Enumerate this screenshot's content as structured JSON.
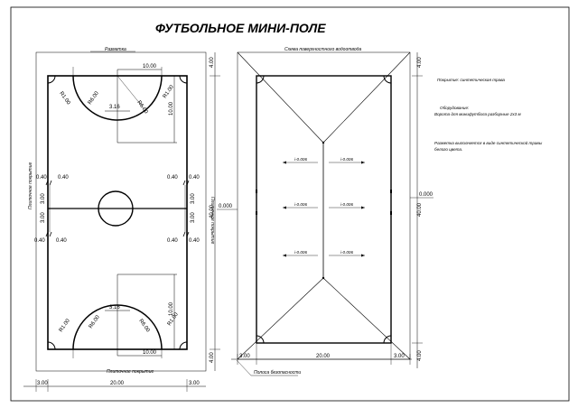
{
  "title": "ФУТБОЛЬНОЕ МИНИ-ПОЛЕ",
  "left_plan": {
    "label": "Разметка",
    "surface_left": "Плиточное покрытие",
    "surface_right": "Плиточное покрытие",
    "surface_bottom": "Плиточное покрытие",
    "dims": {
      "goal_width": "10.00",
      "goal_depth": "10.00",
      "penalty_spot": "3.16",
      "arc_radius": "R6.00",
      "corner_radius": "R1.00",
      "small_040": "0.40",
      "center_300": "3.00",
      "total_width": "20.00",
      "side_margin": "3.00",
      "total_length": "40.00",
      "end_margin": "4.00"
    }
  },
  "right_plan": {
    "label": "Схема поверхностного водоотвода",
    "safety_strip": "Полоса безопасности",
    "elevation": "0.000",
    "slope": "i-0.006",
    "dims": {
      "total_width": "20.00",
      "side_margin": "3.00",
      "total_length": "40.00",
      "end_margin": "4.00"
    }
  },
  "notes": {
    "cover": "Покрытие: синтетическая трава",
    "equipment_title": "Оборудование:",
    "equipment_text": "Ворота для минифутбола разборные 2х3 м",
    "marking_line1": "Разметка выполняется в виде синтетической травы",
    "marking_line2": "белого цвета."
  }
}
